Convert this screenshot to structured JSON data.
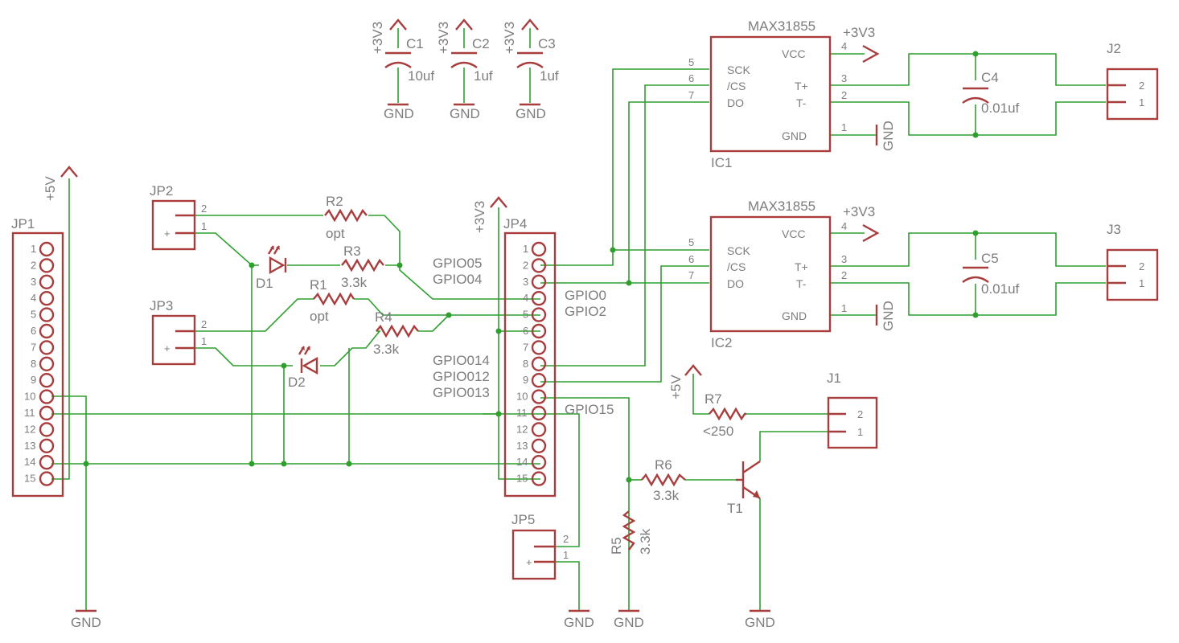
{
  "nets": {
    "gnd": "GND",
    "v33": "+3V3",
    "v5": "+5V"
  },
  "parts": {
    "C1": {
      "name": "C1",
      "value": "10uf"
    },
    "C2": {
      "name": "C2",
      "value": "1uf"
    },
    "C3": {
      "name": "C3",
      "value": "1uf"
    },
    "C4": {
      "name": "C4",
      "value": "0.01uf"
    },
    "C5": {
      "name": "C5",
      "value": "0.01uf"
    },
    "IC1": {
      "name": "IC1",
      "value": "MAX31855"
    },
    "IC2": {
      "name": "IC2",
      "value": "MAX31855"
    },
    "JP1": {
      "name": "JP1"
    },
    "JP2": {
      "name": "JP2"
    },
    "JP3": {
      "name": "JP3"
    },
    "JP4": {
      "name": "JP4"
    },
    "JP5": {
      "name": "JP5"
    },
    "J1": {
      "name": "J1"
    },
    "J2": {
      "name": "J2"
    },
    "J3": {
      "name": "J3"
    },
    "R1": {
      "name": "R1",
      "value": "opt"
    },
    "R2": {
      "name": "R2",
      "value": "opt"
    },
    "R3": {
      "name": "R3",
      "value": "3.3k"
    },
    "R4": {
      "name": "R4",
      "value": "3.3k"
    },
    "R5": {
      "name": "R5",
      "value": "3.3k"
    },
    "R6": {
      "name": "R6",
      "value": "3.3k"
    },
    "R7": {
      "name": "R7",
      "value": "<250"
    },
    "D1": {
      "name": "D1"
    },
    "D2": {
      "name": "D2"
    },
    "T1": {
      "name": "T1"
    }
  },
  "ic_pins": {
    "sck": "SCK",
    "cs": "/CS",
    "do": "DO",
    "vcc": "VCC",
    "tp": "T+",
    "tm": "T-",
    "gnd": "GND",
    "p5": "5",
    "p6": "6",
    "p7": "7",
    "p4": "4",
    "p3": "3",
    "p2": "2",
    "p1": "1"
  },
  "gpio": {
    "g05": "GPIO05",
    "g04": "GPIO04",
    "g0": "GPIO0",
    "g2": "GPIO2",
    "g014": "GPIO014",
    "g012": "GPIO012",
    "g013": "GPIO013",
    "g15": "GPIO15"
  },
  "header_pins": [
    "1",
    "2",
    "3",
    "4",
    "5",
    "6",
    "7",
    "8",
    "9",
    "10",
    "11",
    "12",
    "13",
    "14",
    "15"
  ],
  "two_pins": {
    "p1": "1",
    "p2": "2",
    "plus": "+"
  }
}
